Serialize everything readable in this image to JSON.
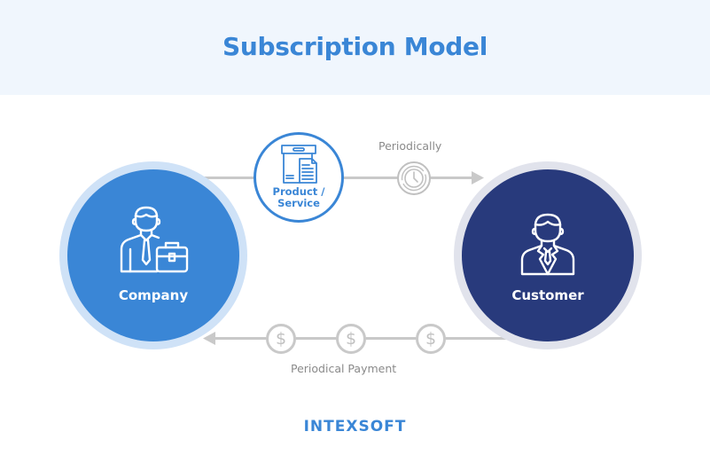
{
  "header": {
    "title": "Subscription Model"
  },
  "nodes": {
    "company": {
      "label": "Company",
      "icon": "businessman-briefcase-icon",
      "color": "#3a86d6"
    },
    "customer": {
      "label": "Customer",
      "icon": "customer-person-icon",
      "color": "#283a7c"
    },
    "product": {
      "label_line1": "Product /",
      "label_line2": "Service",
      "icon": "box-document-icon"
    }
  },
  "flows": {
    "top": {
      "label": "Periodically",
      "icon": "clock-icon",
      "direction": "company-to-customer"
    },
    "bottom": {
      "label": "Periodical Payment",
      "icon": "dollar-coin-icon",
      "coin_symbol": "$",
      "coin_count": 3,
      "direction": "customer-to-company"
    }
  },
  "footer": {
    "logo": "INTEXSOFT"
  },
  "colors": {
    "accent": "#3a86d6",
    "dark": "#283a7c",
    "header_bg": "#f0f6fd",
    "line": "#c9c9c9"
  }
}
